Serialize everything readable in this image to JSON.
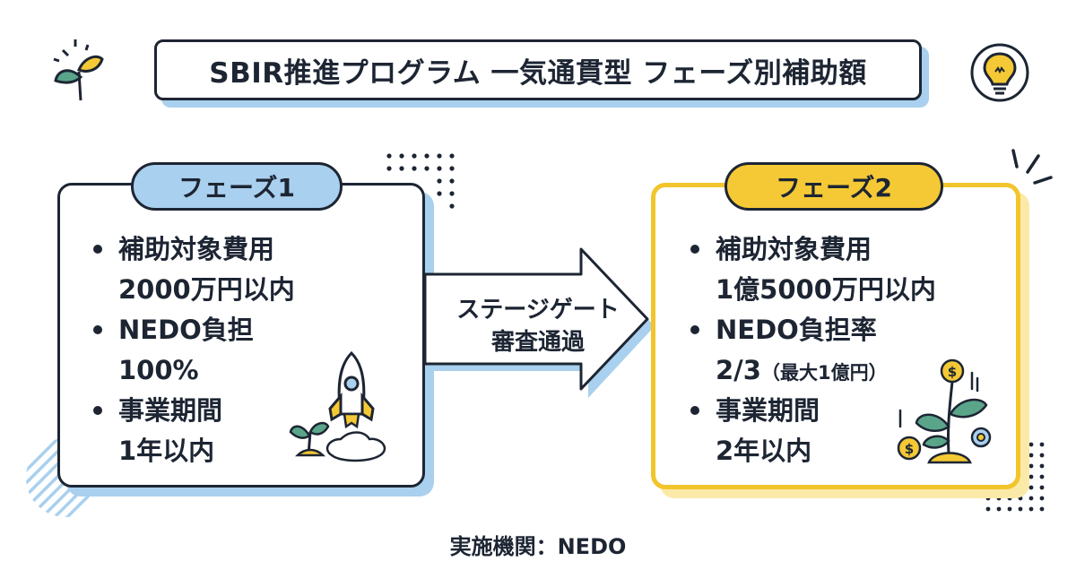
{
  "title": "SBIR推進プログラム 一気通貫型 フェーズ別補助額",
  "phase1": {
    "label": "フェーズ1",
    "items": [
      {
        "heading": "補助対象費用",
        "value": "2000万円以内"
      },
      {
        "heading": "NEDO負担",
        "value": "100%"
      },
      {
        "heading": "事業期間",
        "value": "1年以内"
      }
    ]
  },
  "phase2": {
    "label": "フェーズ2",
    "items": [
      {
        "heading": "補助対象費用",
        "value": "1億5000万円以内"
      },
      {
        "heading": "NEDO負担率",
        "value": "2/3",
        "note": "（最大1億円）"
      },
      {
        "heading": "事業期間",
        "value": "2年以内"
      }
    ]
  },
  "arrow": {
    "line1": "ステージゲート",
    "line2": "審査通過"
  },
  "footer": "実施機関：NEDO",
  "colors": {
    "ink": "#1d2533",
    "blue": "#a9d0ee",
    "yellow": "#f5c935",
    "green": "#5aa58a"
  }
}
